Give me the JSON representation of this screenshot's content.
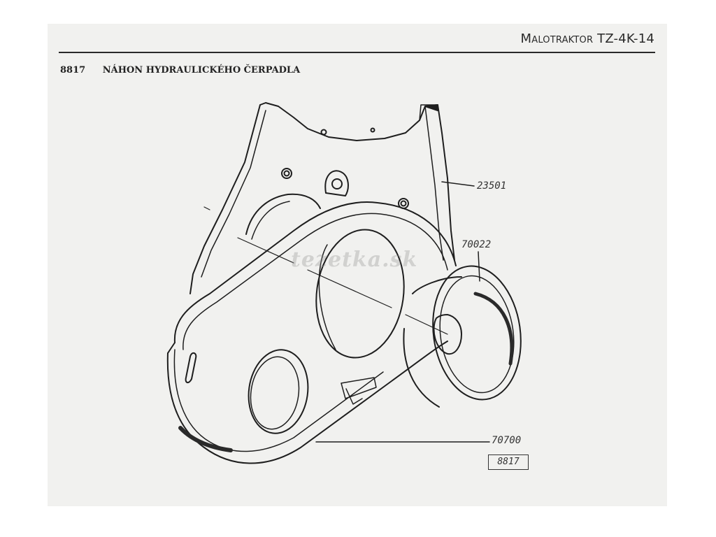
{
  "header": {
    "title_prefix": "Malotraktor",
    "title_model": "TZ-4K-14"
  },
  "section": {
    "number": "8817",
    "title": "NÁHON HYDRAULICKÉHO ČERPADLA"
  },
  "parts": {
    "housing": "23501",
    "pulley": "70022",
    "cover": "70700"
  },
  "figure_id": "8817",
  "watermark": "tezetka.sk"
}
